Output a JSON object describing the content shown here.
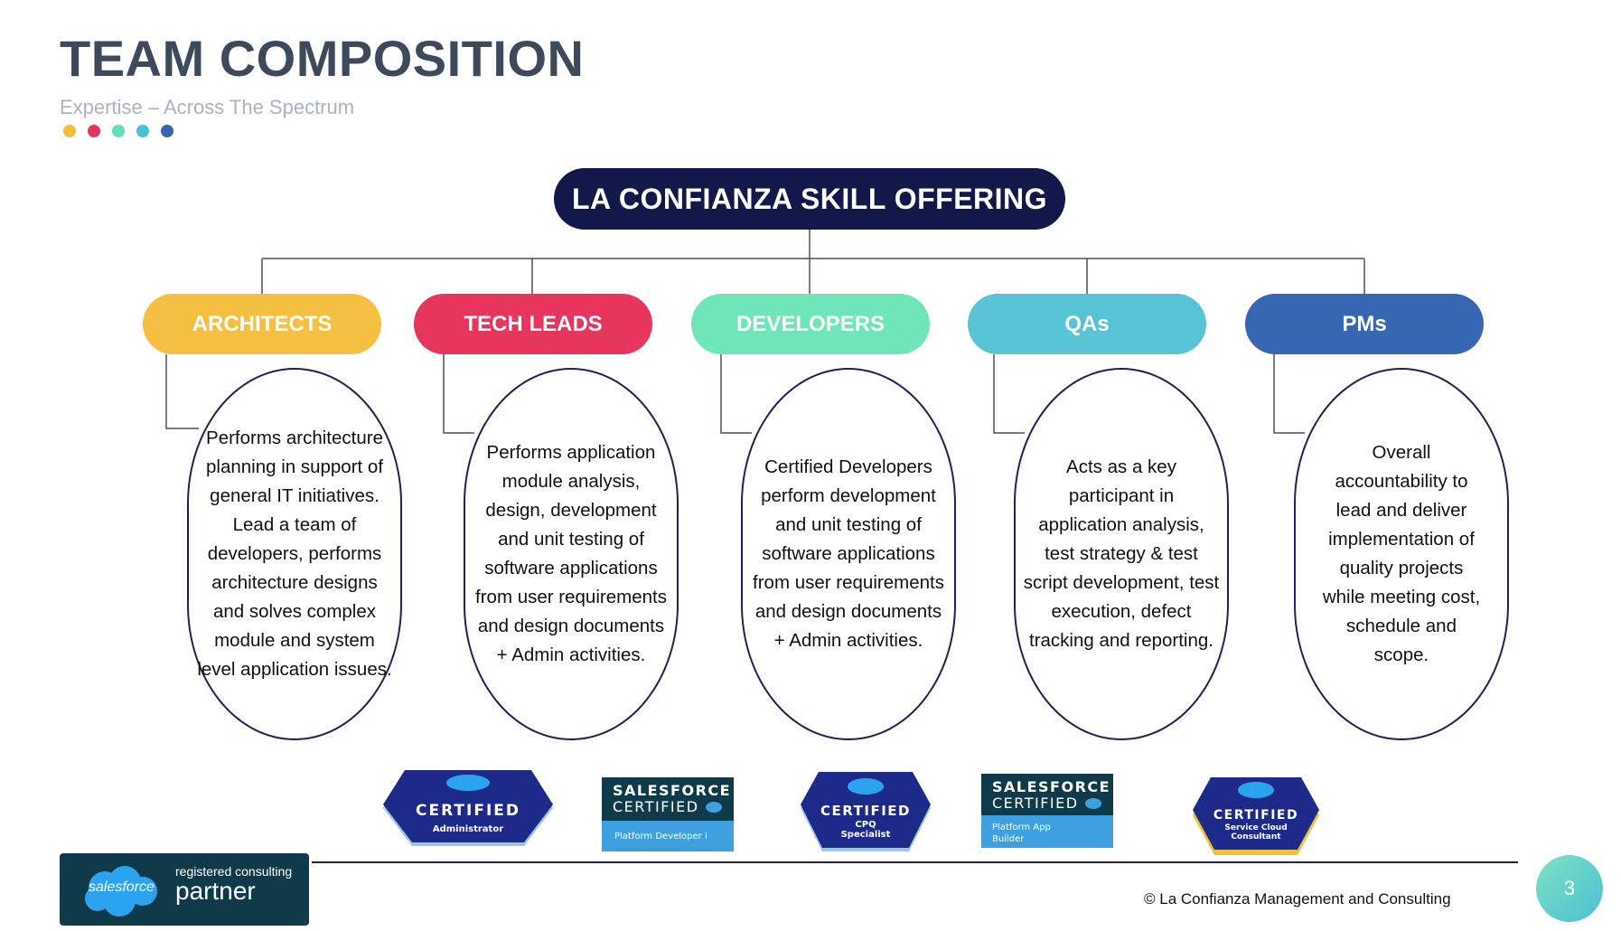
{
  "header": {
    "title": "TEAM COMPOSITION",
    "subtitle": "Expertise – Across The Spectrum",
    "dot_colors": [
      "#f2bc3c",
      "#e8355d",
      "#5fe0b8",
      "#4ec0d4",
      "#3465b0"
    ]
  },
  "banner": {
    "label": "LA CONFIANZA SKILL OFFERING",
    "color": "#13184a"
  },
  "roles": [
    {
      "label": "ARCHITECTS",
      "color": "#f5bf42",
      "description": "Performs architecture\nplanning in support of\ngeneral IT initiatives.\n Lead a team of\ndevelopers, performs\narchitecture designs\nand solves complex\nmodule and system\nlevel application issues."
    },
    {
      "label": "TECH LEADS",
      "color": "#e8355d",
      "description": "Performs application\nmodule analysis,\ndesign, development\nand unit testing of\nsoftware applications\nfrom user requirements\nand design documents\n+ Admin activities."
    },
    {
      "label": "DEVELOPERS",
      "color": "#6fe6b8",
      "description": "Certified Developers\nperform development\nand unit testing of\nsoftware applications\nfrom user requirements\nand design documents\n+ Admin activities."
    },
    {
      "label": "QAs",
      "color": "#58c3d4",
      "description": "Acts as a key\nparticipant in\napplication analysis,\ntest strategy & test\nscript development, test\nexecution, defect\ntracking and reporting."
    },
    {
      "label": "PMs",
      "color": "#3766b2",
      "description": "Overall\naccountability to\nlead and deliver\nimplementation of\nquality projects\nwhile meeting cost,\nschedule and\nscope."
    }
  ],
  "badges": {
    "admin": {
      "top": "CERTIFIED",
      "bottom": "Administrator"
    },
    "platform_dev": {
      "line1": "SALESFORCE",
      "line2": "CERTIFIED",
      "name": "Platform Developer I"
    },
    "cpq": {
      "top": "CERTIFIED",
      "line1": "CPQ",
      "line2": "Specialist"
    },
    "app_builder": {
      "line1": "SALESFORCE",
      "line2": "CERTIFIED",
      "name1": "Platform App",
      "name2": "Builder"
    },
    "service_cloud": {
      "top": "CERTIFIED",
      "line1": "Service Cloud",
      "line2": "Consultant"
    }
  },
  "footer": {
    "partner_small": "registered consulting",
    "partner_big": "partner",
    "salesforce_logo_text": "salesforce",
    "copyright": "© La Confianza Management and Consulting",
    "page_number": "3"
  }
}
